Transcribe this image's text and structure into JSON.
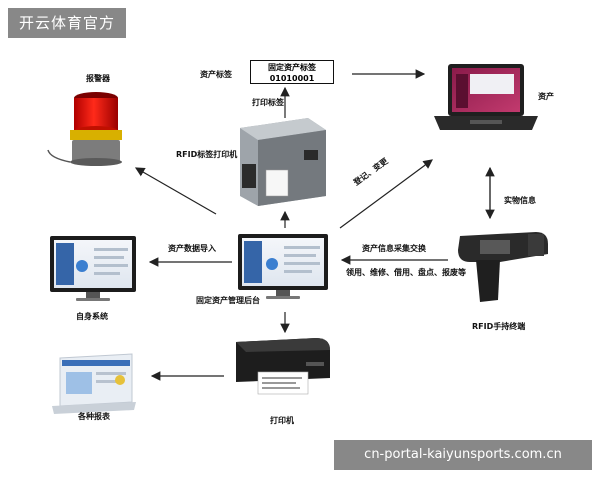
{
  "watermark_top": "开云体育官方",
  "watermark_bottom": "cn-portal-kaiyunsports.com.cn",
  "nodes": {
    "alarm": "报警器",
    "rfid_printer": "RFID标签打印机",
    "asset_tag_title": "固定资产标签",
    "asset_tag_number": "01010001",
    "laptop": "资产",
    "self_service": "自身系统",
    "backend": "固定资产管理后台",
    "rfid_handheld": "RFID手持终端",
    "office_printer": "打印机",
    "reports": "各种报表"
  },
  "edges": {
    "asset_tag_to_laptop": "资产标签",
    "print_tag": "打印标签",
    "entry_change": "登记、变更",
    "physical_info": "实物信息",
    "data_import": "资产数据导入",
    "info_exchange": "资产信息采集交换",
    "operations": "领用、维修、借用、盘点、报废等"
  }
}
